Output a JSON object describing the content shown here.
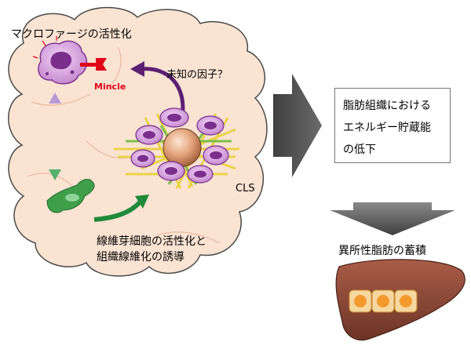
{
  "labels": {
    "macrophage_activation": "マクロファージの活性化",
    "mincle": "Mincle",
    "unknown_factor": "未知の因子？",
    "cls": "CLS",
    "fibroblast_line1": "線維芽細胞の活性化と",
    "fibroblast_line2": "組織線維化の誘導",
    "result_line1": "脂肪組織における",
    "result_line2": "エネルギー貯蔵能",
    "result_line3": "の低下",
    "ectopic_fat": "異所性脂肪の蓄積"
  },
  "colors": {
    "adipose_fill": "#fbe3d2",
    "adipose_stroke": "#4a4a4a",
    "macrophage": "#d9a6dd",
    "macrophage_nucleus": "#7a2f8c",
    "mincle_red": "#e0001a",
    "purple_arrow": "#5b1f72",
    "green_arrow": "#1f8a3a",
    "fibroblast": "#3f9e4a",
    "big_arrow": "#4a4a4a",
    "liver": "#8a4a3a",
    "fat_droplet": "#f29a2e",
    "cls_lattice": "#e9d24a",
    "cls_lattice_green": "#7bbf4a"
  },
  "icons": [
    "macrophage-icon",
    "mincle-receptor-icon",
    "fibroblast-icon",
    "cls-structure-icon",
    "liver-icon"
  ]
}
